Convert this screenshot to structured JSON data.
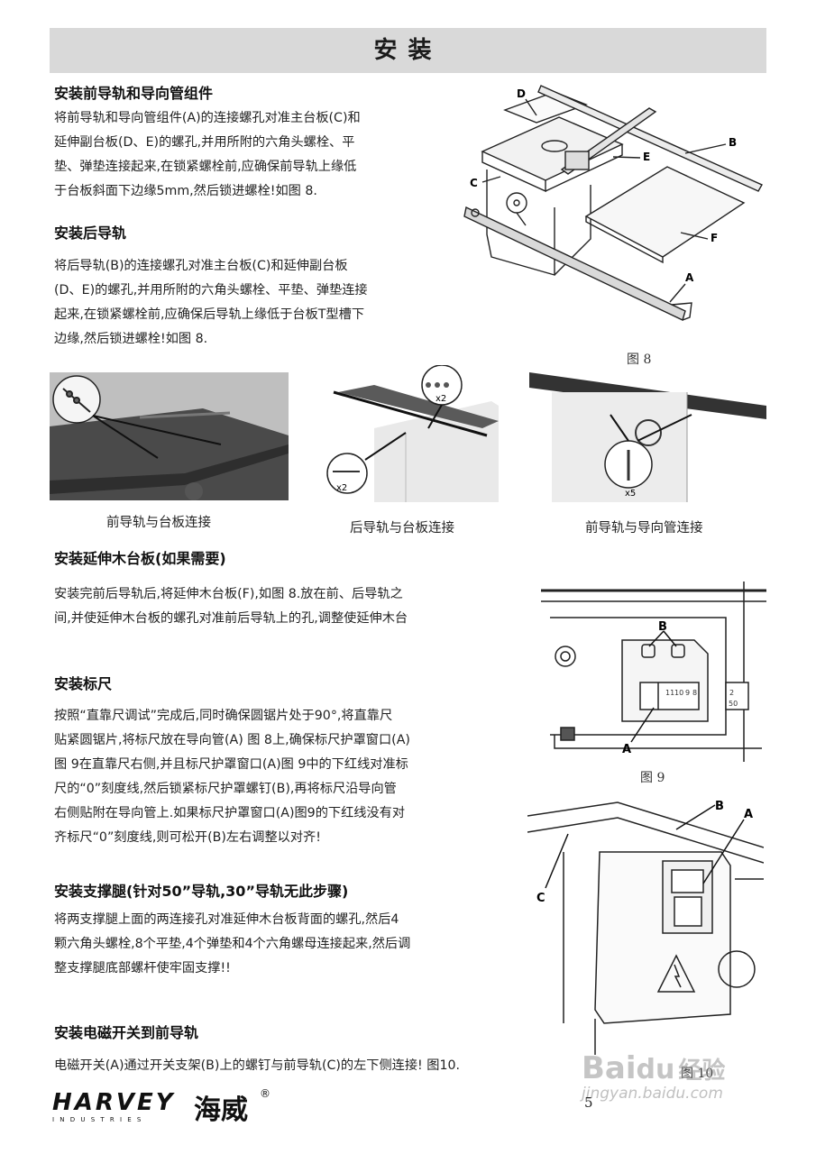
{
  "page_title": "安装",
  "sections": {
    "front_rail": {
      "heading": "安装前导轨和导向管组件",
      "lines": [
        "将前导轨和导向管组件(A)的连接螺孔对准主台板(C)和",
        "延伸副台板(D、E)的螺孔,并用所附的六角头螺栓、平",
        "垫、弹垫连接起来,在锁紧螺栓前,应确保前导轨上缘低",
        "于台板斜面下边缘5mm,然后锁进螺栓!如图 8."
      ]
    },
    "rear_rail": {
      "heading": "安装后导轨",
      "lines": [
        "将后导轨(B)的连接螺孔对准主台板(C)和延伸副台板",
        "(D、E)的螺孔,并用所附的六角头螺栓、平垫、弹垫连接",
        "起来,在锁紧螺栓前,应确保后导轨上缘低于台板T型槽下",
        "边缘,然后锁进螺栓!如图 8."
      ]
    },
    "extension": {
      "heading": "安装延伸木台板(如果需要)",
      "lines": [
        "安装完前后导轨后,将延伸木台板(F),如图  8.放在前、后导轨之",
        "间,并使延伸木台板的螺孔对准前后导轨上的孔,调整使延伸木台"
      ]
    },
    "scale": {
      "heading": "安装标尺",
      "lines": [
        "按照“直靠尺调试”完成后,同时确保圆锯片处于90°,将直靠尺",
        "贴紧圆锯片,将标尺放在导向管(A) 图 8上,确保标尺护罩窗口(A)",
        "图 9在直靠尺右侧,并且标尺护罩窗口(A)图 9中的下红线对准标",
        "尺的“0”刻度线,然后锁紧标尺护罩螺钉(B),再将标尺沿导向管",
        "右侧贴附在导向管上.如果标尺护罩窗口(A)图9的下红线没有对",
        "齐标尺“0”刻度线,则可松开(B)左右调整以对齐!"
      ]
    },
    "legs": {
      "heading": "安装支撑腿(针对50”导轨,30”导轨无此步骤)",
      "lines": [
        "将两支撑腿上面的两连接孔对准延伸木台板背面的螺孔,然后4",
        "颗六角头螺栓,8个平垫,4个弹垫和4个六角螺母连接起来,然后调",
        "整支撑腿底部螺杆使牢固支撑!!"
      ]
    },
    "switch": {
      "heading": "安装电磁开关到前导轨",
      "lines": [
        "电磁开关(A)通过开关支架(B)上的螺钉与前导轨(C)的左下侧连接! 图10."
      ]
    }
  },
  "figures": {
    "fig8": {
      "label": "图  8",
      "parts": [
        "D",
        "B",
        "E",
        "C",
        "F",
        "A"
      ]
    },
    "fig9": {
      "label": "图  9",
      "parts": [
        "B",
        "A"
      ],
      "scale_marks": [
        "11",
        "10",
        "9",
        "8",
        "2",
        "50"
      ]
    },
    "fig10": {
      "label": "图  10",
      "parts": [
        "B",
        "A",
        "C"
      ]
    }
  },
  "photos": [
    {
      "caption": "前导轨与台板连接"
    },
    {
      "caption": "后导轨与台板连接",
      "callouts": [
        "x2",
        "x2"
      ]
    },
    {
      "caption": "前导轨与导向管连接",
      "callouts": [
        "x5"
      ]
    }
  ],
  "footer": {
    "brand": "HARVEY",
    "brand_sub": "I N D U S T R I E S",
    "brand_cn": "海威",
    "registered": "®",
    "page_number": "5",
    "watermark_main": "Bai",
    "watermark_paw": "du",
    "watermark_cn": "经验",
    "watermark_url": "jingyan.baidu.com"
  },
  "colors": {
    "title_bar": "#d9d9d9",
    "text": "#1a1a1a"
  }
}
